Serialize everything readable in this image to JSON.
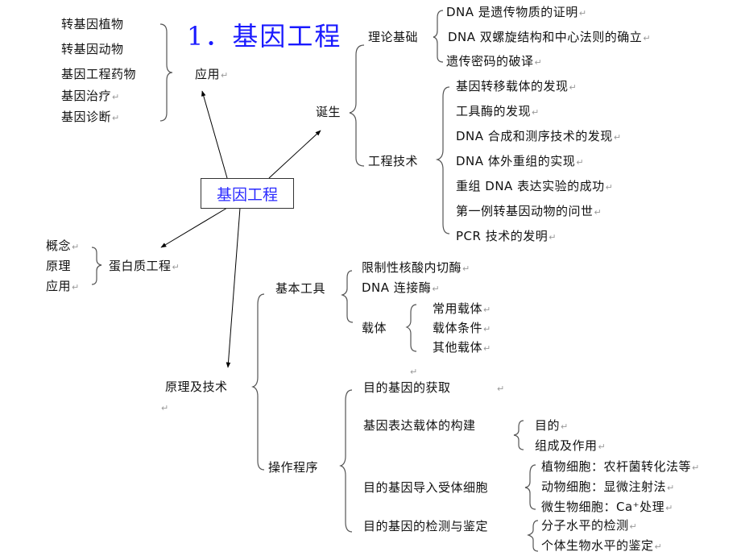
{
  "title": "1．基因工程",
  "center_node": "基因工程",
  "return_mark": "↵",
  "application": {
    "label": "应用",
    "items": [
      "转基因植物",
      "转基因动物",
      "基因工程药物",
      "基因治疗",
      "基因诊断"
    ]
  },
  "birth": {
    "label": "诞生",
    "theory": {
      "label": "理论基础",
      "items": [
        "DNA 是遗传物质的证明",
        "DNA 双螺旋结构和中心法则的确立",
        "遗传密码的破译"
      ]
    },
    "engineering": {
      "label": "工程技术",
      "items": [
        "基因转移载体的发现",
        "工具酶的发现",
        "DNA 合成和测序技术的发现",
        "DNA 体外重组的实现",
        "重组 DNA 表达实验的成功",
        "第一例转基因动物的问世",
        "PCR 技术的发明"
      ]
    }
  },
  "protein": {
    "label": "蛋白质工程",
    "items": [
      "概念",
      "原理",
      "应用"
    ]
  },
  "principle": {
    "label": "原理及技术",
    "tools": {
      "label": "基本工具",
      "items": [
        "限制性核酸内切酶",
        "DNA 连接酶"
      ],
      "vector": {
        "label": "载体",
        "items": [
          "常用载体",
          "载体条件",
          "其他载体"
        ]
      }
    },
    "procedure": {
      "label": "操作程序",
      "step1": "目的基因的获取",
      "step2": {
        "label": "基因表达载体的构建",
        "items": [
          "目的",
          "组成及作用"
        ]
      },
      "step3": {
        "label": "目的基因导入受体细胞",
        "items": [
          "植物细胞：农杆菌转化法等",
          "动物细胞：显微注射法",
          "微生物细胞：Ca⁺处理"
        ]
      },
      "step4": {
        "label": "目的基因的检测与鉴定",
        "items": [
          "分子水平的检测",
          "个体生物水平的鉴定"
        ]
      }
    }
  }
}
